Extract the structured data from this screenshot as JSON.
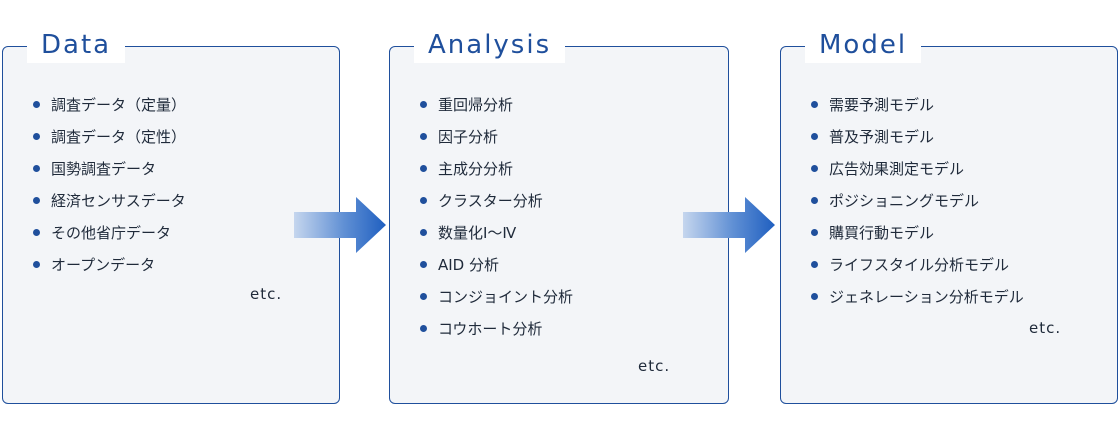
{
  "panels": [
    {
      "title": "Data",
      "items": [
        "調査データ（定量）",
        "調査データ（定性）",
        "国勢調査データ",
        "経済センサスデータ",
        "その他省庁データ",
        "オープンデータ"
      ],
      "etc": "etc."
    },
    {
      "title": "Analysis",
      "items": [
        "重回帰分析",
        "因子分析",
        "主成分分析",
        "クラスター分析",
        "数量化Ⅰ～Ⅳ",
        "AID 分析",
        "コンジョイント分析",
        "コウホート分析"
      ],
      "etc": "etc."
    },
    {
      "title": "Model",
      "items": [
        "需要予測モデル",
        "普及予測モデル",
        "広告効果測定モデル",
        "ポジショニングモデル",
        "購買行動モデル",
        "ライフスタイル分析モデル",
        "ジェネレーション分析モデル"
      ],
      "etc": "etc."
    }
  ],
  "colors": {
    "accent": "#1f4f9c",
    "panel_bg": "#f3f5f8",
    "text": "#1f2a3a"
  },
  "icons": {
    "bullet": "dot-bullet-icon",
    "arrow": "right-arrow-icon"
  }
}
